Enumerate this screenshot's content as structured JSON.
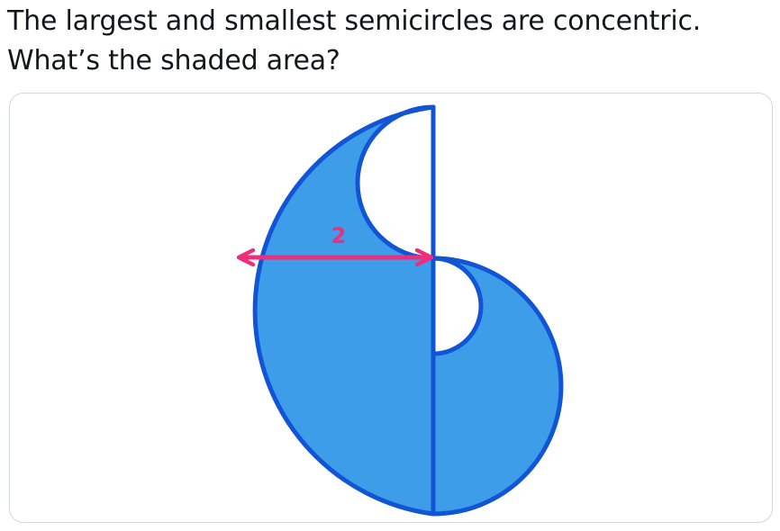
{
  "tweet": {
    "line1": "The largest and smallest semicircles are concentric.",
    "line2": "What’s the shaded area?"
  },
  "figure": {
    "radius_label": "2",
    "colors": {
      "shade": "#3d9de8",
      "outline": "#1155d6",
      "arrow": "#ec2f7b"
    }
  }
}
